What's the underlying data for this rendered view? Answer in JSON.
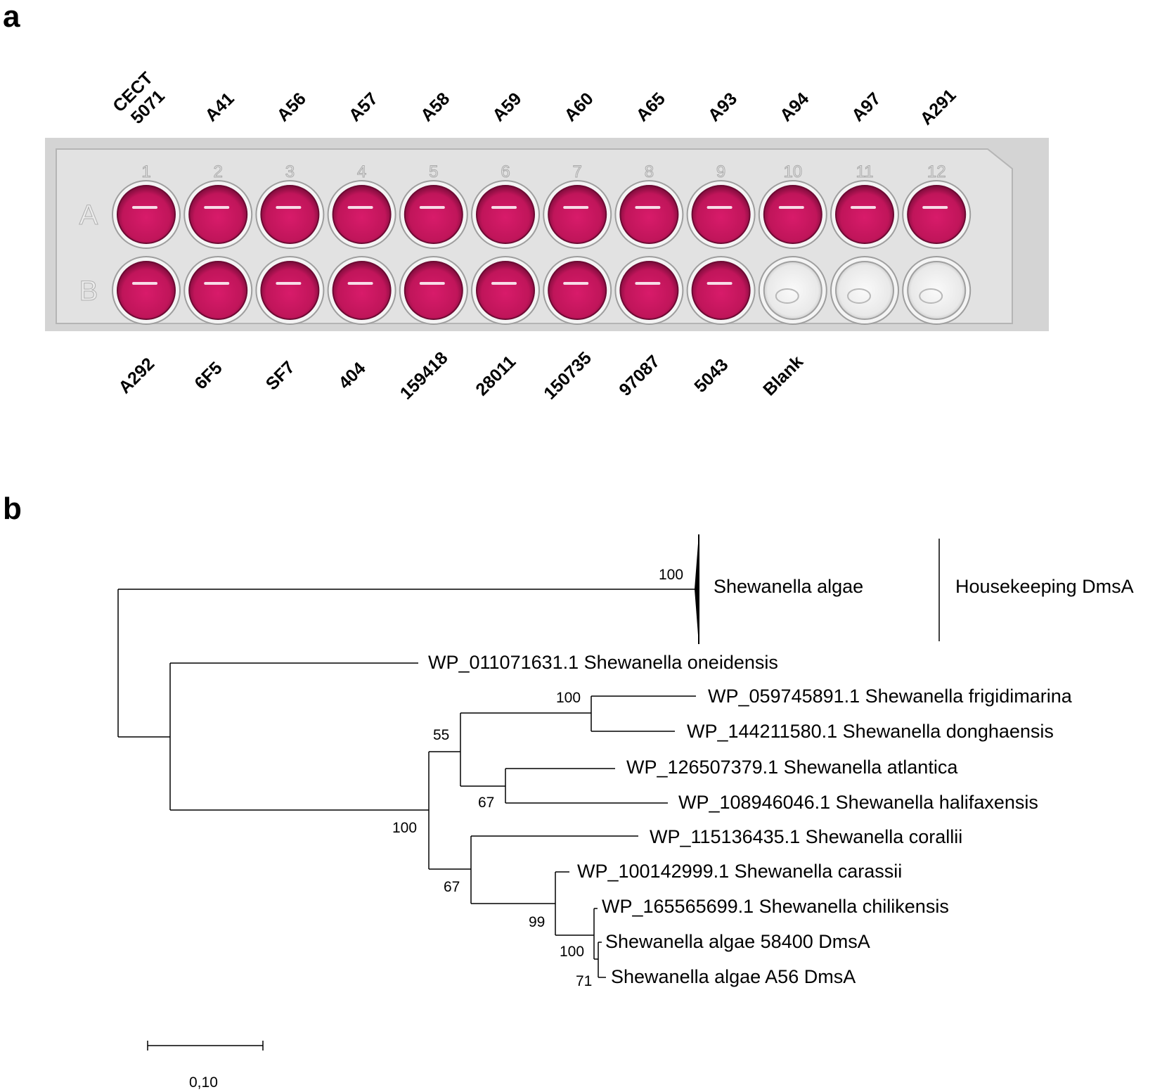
{
  "panel_a": {
    "letter": "a",
    "top_labels": [
      {
        "lines": [
          "CECT",
          "5071"
        ]
      },
      {
        "lines": [
          "A41"
        ]
      },
      {
        "lines": [
          "A56"
        ]
      },
      {
        "lines": [
          "A57"
        ]
      },
      {
        "lines": [
          "A58"
        ]
      },
      {
        "lines": [
          "A59"
        ]
      },
      {
        "lines": [
          "A60"
        ]
      },
      {
        "lines": [
          "A65"
        ]
      },
      {
        "lines": [
          "A93"
        ]
      },
      {
        "lines": [
          "A94"
        ]
      },
      {
        "lines": [
          "A97"
        ]
      },
      {
        "lines": [
          "A291"
        ]
      }
    ],
    "bottom_labels": [
      "A292",
      "6F5",
      "SF7",
      "404",
      "159418",
      "28011",
      "150735",
      "97087",
      "5043",
      "Blank"
    ],
    "column_numbers": [
      "1",
      "2",
      "3",
      "4",
      "5",
      "6",
      "7",
      "8",
      "9",
      "10",
      "11",
      "12"
    ],
    "row_letters": [
      "A",
      "B"
    ],
    "well_colors": {
      "positive": "#c2185b",
      "empty": "#f2f2f2"
    },
    "positive_wells_row_b": 9
  },
  "panel_b": {
    "letter": "b",
    "collapsed_clade": {
      "name": "Shewanella algae",
      "group_label": "Housekeeping DmsA",
      "bootstrap": "100"
    },
    "taxa": {
      "oneidensis": "WP_011071631.1 Shewanella oneidensis",
      "frigidimarina": "WP_059745891.1 Shewanella frigidimarina",
      "donghaensis": "WP_144211580.1 Shewanella donghaensis",
      "atlantica": "WP_126507379.1 Shewanella atlantica",
      "halifaxensis": "WP_108946046.1 Shewanella halifaxensis",
      "corallii": "WP_115136435.1 Shewanella corallii",
      "carassii": "WP_100142999.1 Shewanella carassii",
      "chilikensis": "WP_165565699.1 Shewanella chilikensis",
      "algae58400": "Shewanella algae 58400 DmsA",
      "algaeA56": "Shewanella algae A56 DmsA"
    },
    "bootstraps": {
      "frig_dong": "100",
      "frig_hal": "55",
      "atl_hal": "67",
      "ingroup": "100",
      "cor_group": "67",
      "car_group": "99",
      "algae_group": "100",
      "algae_pair": "71"
    },
    "scale_bar_label": "0,10",
    "scale_bar_value": 0.1
  }
}
